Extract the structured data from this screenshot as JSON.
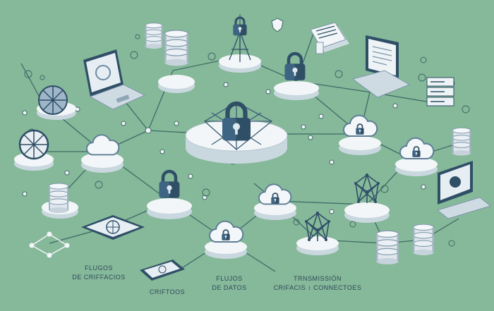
{
  "colors": {
    "background": "#86b89a",
    "line": "#3f6b66",
    "node_top": "#f2f6f8",
    "node_side": "#c9d7df",
    "navy": "#2f4f67",
    "steel": "#7f9db6"
  },
  "labels": {
    "left": [
      "FLUGOS",
      "DE CRIFFACIOS"
    ],
    "criptios": "CRIFTOOS",
    "flujos": [
      "FLUJOS",
      "DE DATOS"
    ],
    "transmission": [
      "TRNSMISSIÓN",
      "CRIFACIS ↕ CONNECTOES"
    ]
  },
  "icons": [
    "padlock-icon",
    "cloud-icon",
    "database-icon",
    "laptop-icon",
    "document-stack-icon",
    "server-icon",
    "monitor-icon",
    "tablet-icon",
    "network-mesh-icon",
    "shield-icon",
    "gear-icon"
  ]
}
